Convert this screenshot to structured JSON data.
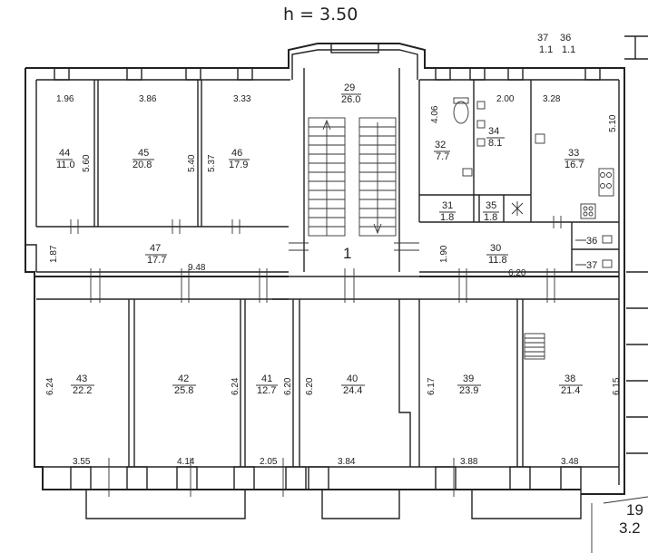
{
  "header": {
    "height_label": "h = 3.50"
  },
  "corner_top": {
    "a": "37",
    "b": "1.1",
    "c": "36",
    "d": "1.1"
  },
  "corner_bottom": {
    "a": "19",
    "b": "3.2"
  },
  "stair_label": "1",
  "rooms": [
    {
      "id": "r44",
      "num": "44",
      "area": "11.0"
    },
    {
      "id": "r45",
      "num": "45",
      "area": "20.8"
    },
    {
      "id": "r46",
      "num": "46",
      "area": "17.9"
    },
    {
      "id": "r29",
      "num": "29",
      "area": "26.0"
    },
    {
      "id": "r32",
      "num": "32",
      "area": "7.7"
    },
    {
      "id": "r34",
      "num": "34",
      "area": "8.1"
    },
    {
      "id": "r33",
      "num": "33",
      "area": "16.7"
    },
    {
      "id": "r31",
      "num": "31",
      "area": "1.8"
    },
    {
      "id": "r35",
      "num": "35",
      "area": "1.8"
    },
    {
      "id": "r47",
      "num": "47",
      "area": "17.7"
    },
    {
      "id": "r30",
      "num": "30",
      "area": "11.8"
    },
    {
      "id": "r43",
      "num": "43",
      "area": "22.2"
    },
    {
      "id": "r42",
      "num": "42",
      "area": "25.8"
    },
    {
      "id": "r41",
      "num": "41",
      "area": "12.7"
    },
    {
      "id": "r40",
      "num": "40",
      "area": "24.4"
    },
    {
      "id": "r39",
      "num": "39",
      "area": "23.9"
    },
    {
      "id": "r38",
      "num": "38",
      "area": "21.4"
    }
  ],
  "small_rooms": [
    "36",
    "37"
  ],
  "dims": {
    "w44": "1.96",
    "w45": "3.86",
    "w46": "3.33",
    "h44": "5.60",
    "h45": "5.40",
    "h46": "5.37",
    "h32": "4.06",
    "w34": "2.00",
    "w33": "3.28",
    "h33": "5.10",
    "h47": "1.87",
    "w47": "9.48",
    "h30": "1.90",
    "w30": "6.20",
    "h43": "6.24",
    "h42": "6.24",
    "h41": "6.20",
    "h40": "6.20",
    "h39": "6.17",
    "h38": "6.15",
    "w43": "3.55",
    "w42": "4.14",
    "w41": "2.05",
    "w40": "3.84",
    "w39": "3.88",
    "w38": "3.48"
  }
}
